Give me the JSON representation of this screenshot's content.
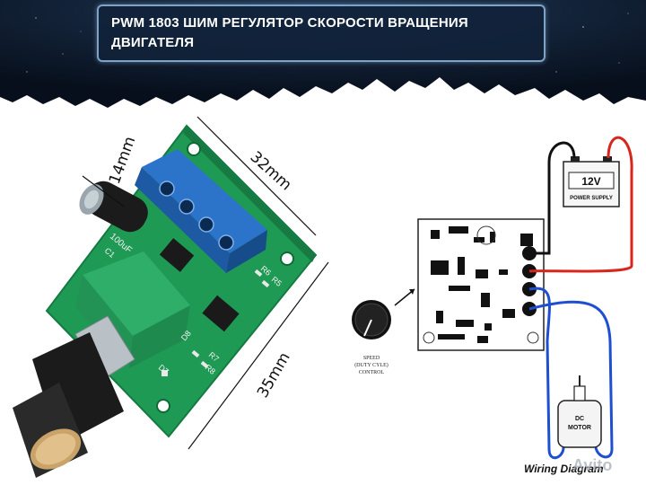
{
  "title": {
    "line1": "PWM 1803 ШИМ РЕГУЛЯТОР СКОРОСТИ ВРАЩЕНИЯ",
    "line2": "ДВИГАТЕЛЯ"
  },
  "dimensions": {
    "height": "14mm",
    "width": "32mm",
    "length": "35mm"
  },
  "board_labels": {
    "capacitor": "100uF",
    "r6": "R6",
    "r5": "R5",
    "r7": "R7",
    "r8": "R8",
    "d8": "D8",
    "d7": "D7",
    "c1": "C1"
  },
  "diagram": {
    "battery_voltage": "12V",
    "battery_label": "POWER SUPPLY",
    "motor_label_1": "DC",
    "motor_label_2": "MOTOR",
    "knob_label_1": "SPEED",
    "knob_label_2": "(DUTY CYLE)",
    "knob_label_3": "CONTROL",
    "caption": "Wiring Diagram",
    "watermark": "Avito"
  },
  "colors": {
    "header_bg": "#0d1b2e",
    "board_green": "#1f9a55",
    "terminal_blue": "#2b74c9",
    "wire_red": "#d9261c",
    "wire_blue": "#1f4fd1"
  }
}
